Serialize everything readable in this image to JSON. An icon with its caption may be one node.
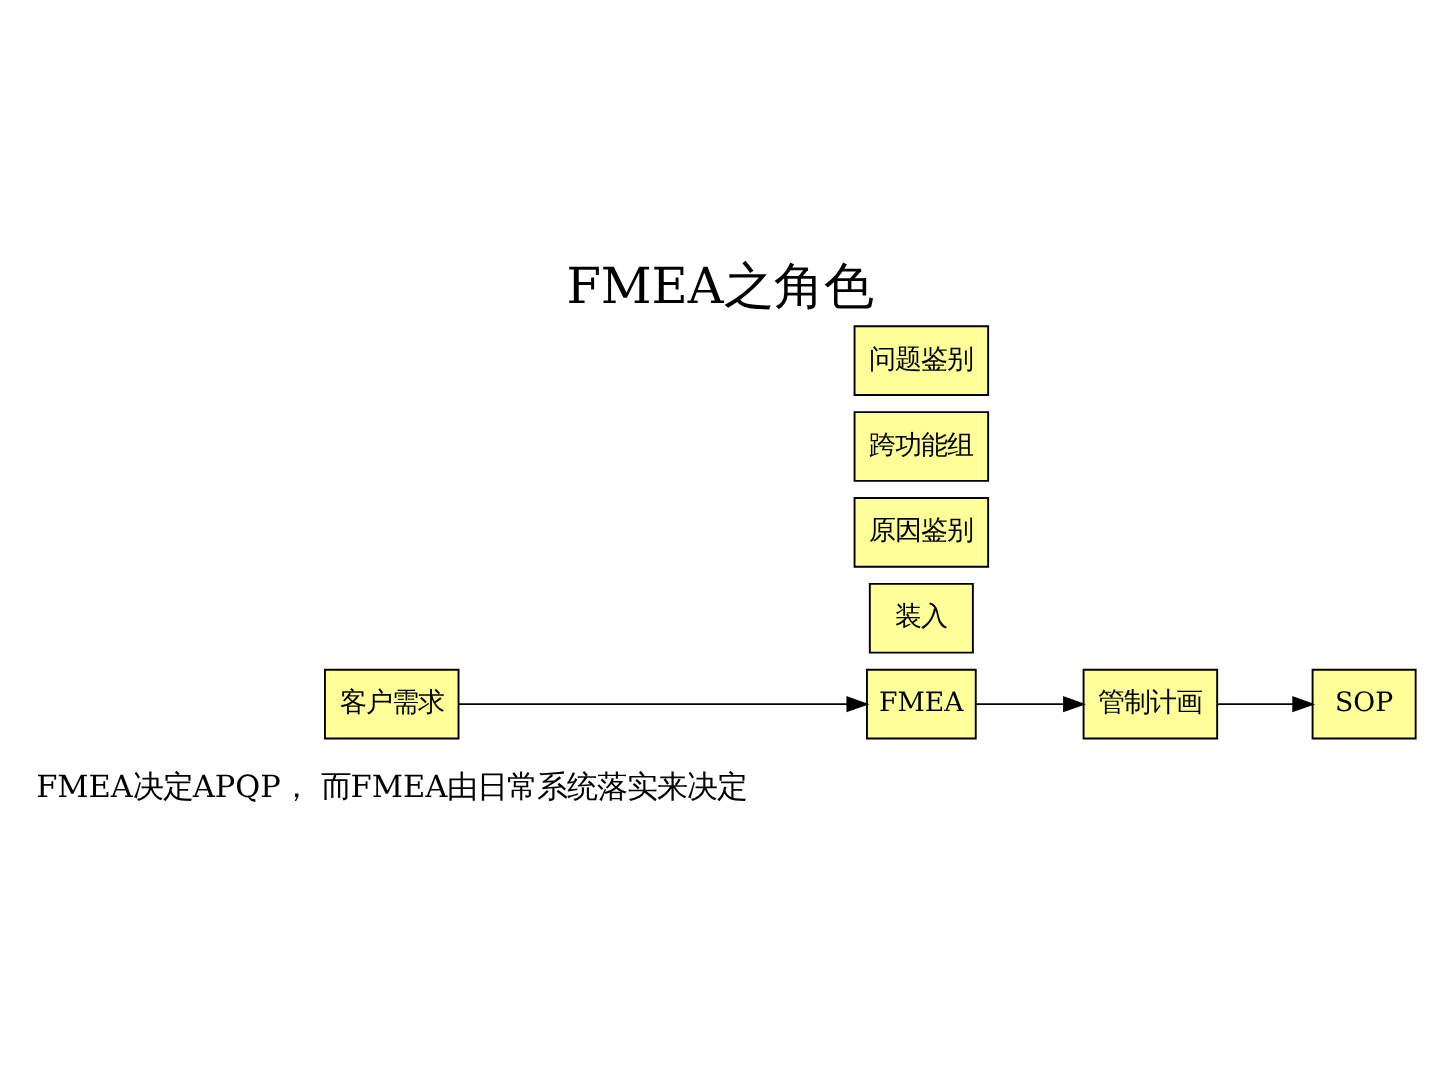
{
  "diagram": {
    "title": "FMEA之角色",
    "nodes": [
      {
        "text": [
          "客户需求"
        ]
      },
      {
        "text": [
          "FMEA"
        ]
      },
      {
        "text": [
          "管制计画"
        ]
      },
      {
        "text": [
          "SOP"
        ]
      },
      {
        "text": [
          "装入"
        ]
      },
      {
        "text": [
          "原因鉴别"
        ]
      },
      {
        "text": [
          "跨功能组"
        ]
      },
      {
        "text": [
          "问题鉴别"
        ]
      }
    ],
    "edges": [
      {
        "from": 0,
        "to": 1,
        "arrow": "to"
      },
      {
        "from": 1,
        "to": 2,
        "arrow": "to"
      },
      {
        "from": 2,
        "to": 3,
        "arrow": "to"
      }
    ],
    "labels": [
      "FMEA决定APQP， 而FMEA由日常系统落实来决定"
    ]
  }
}
